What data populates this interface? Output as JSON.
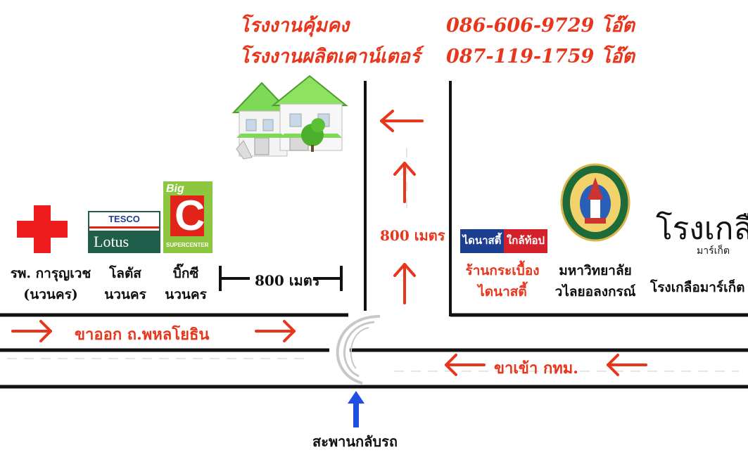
{
  "header": {
    "factory_name": "โรงงานคุ้มคง",
    "factory_desc": "โรงงานผลิตเคาน์เตอร์",
    "phone_1": "086-606-9729 โอ๊ต",
    "phone_2": "087-119-1759 โอ๊ต"
  },
  "left_landmarks": {
    "hospital": {
      "line1": "รพ. การุญเวช",
      "line2": "(นวนคร)"
    },
    "lotus": {
      "line1": "โลตัส",
      "line2": "นวนคร",
      "logo_top": "TESCO",
      "logo_bottom": "Lotus"
    },
    "bigc": {
      "line1": "บิ๊กซี",
      "line2": "นวนคร",
      "logo_big": "Big",
      "logo_c": "C",
      "logo_sub": "SUPERCENTER"
    }
  },
  "right_landmarks": {
    "tile_shop": {
      "line1": "ร้านกระเบื้อง",
      "line2": "ไดนาสตี้",
      "logo_left": "ไดนาสตี้",
      "logo_right": "ใกล้ท้อป"
    },
    "university": {
      "line1": "มหาวิทยาลัย",
      "line2": "วไลยอลงกรณ์"
    },
    "market": {
      "label": "โรงเกลือมาร์เก็ต",
      "logo_main": "โรงเกลือ",
      "logo_sub": "มาร์เก็ต"
    }
  },
  "distances": {
    "horizontal": "800 เมตร",
    "vertical": "800 เมตร"
  },
  "roads": {
    "outbound": "ขาออก ถ.พหลโยธิน",
    "inbound": "ขาเข้า กทม.",
    "u_turn_bridge": "สะพานกลับรถ"
  },
  "colors": {
    "arrow_red": "#e8351c",
    "arrow_blue": "#1f4fe0",
    "road_black": "#111111",
    "house_green": "#7ed957",
    "cross_red": "#ee1c1c",
    "lotus_green": "#1f5e4a",
    "bigc_red": "#e2231a",
    "bigc_green": "#8dc63f",
    "dynasty_blue": "#1d3f91",
    "dynasty_red": "#d4202a"
  }
}
